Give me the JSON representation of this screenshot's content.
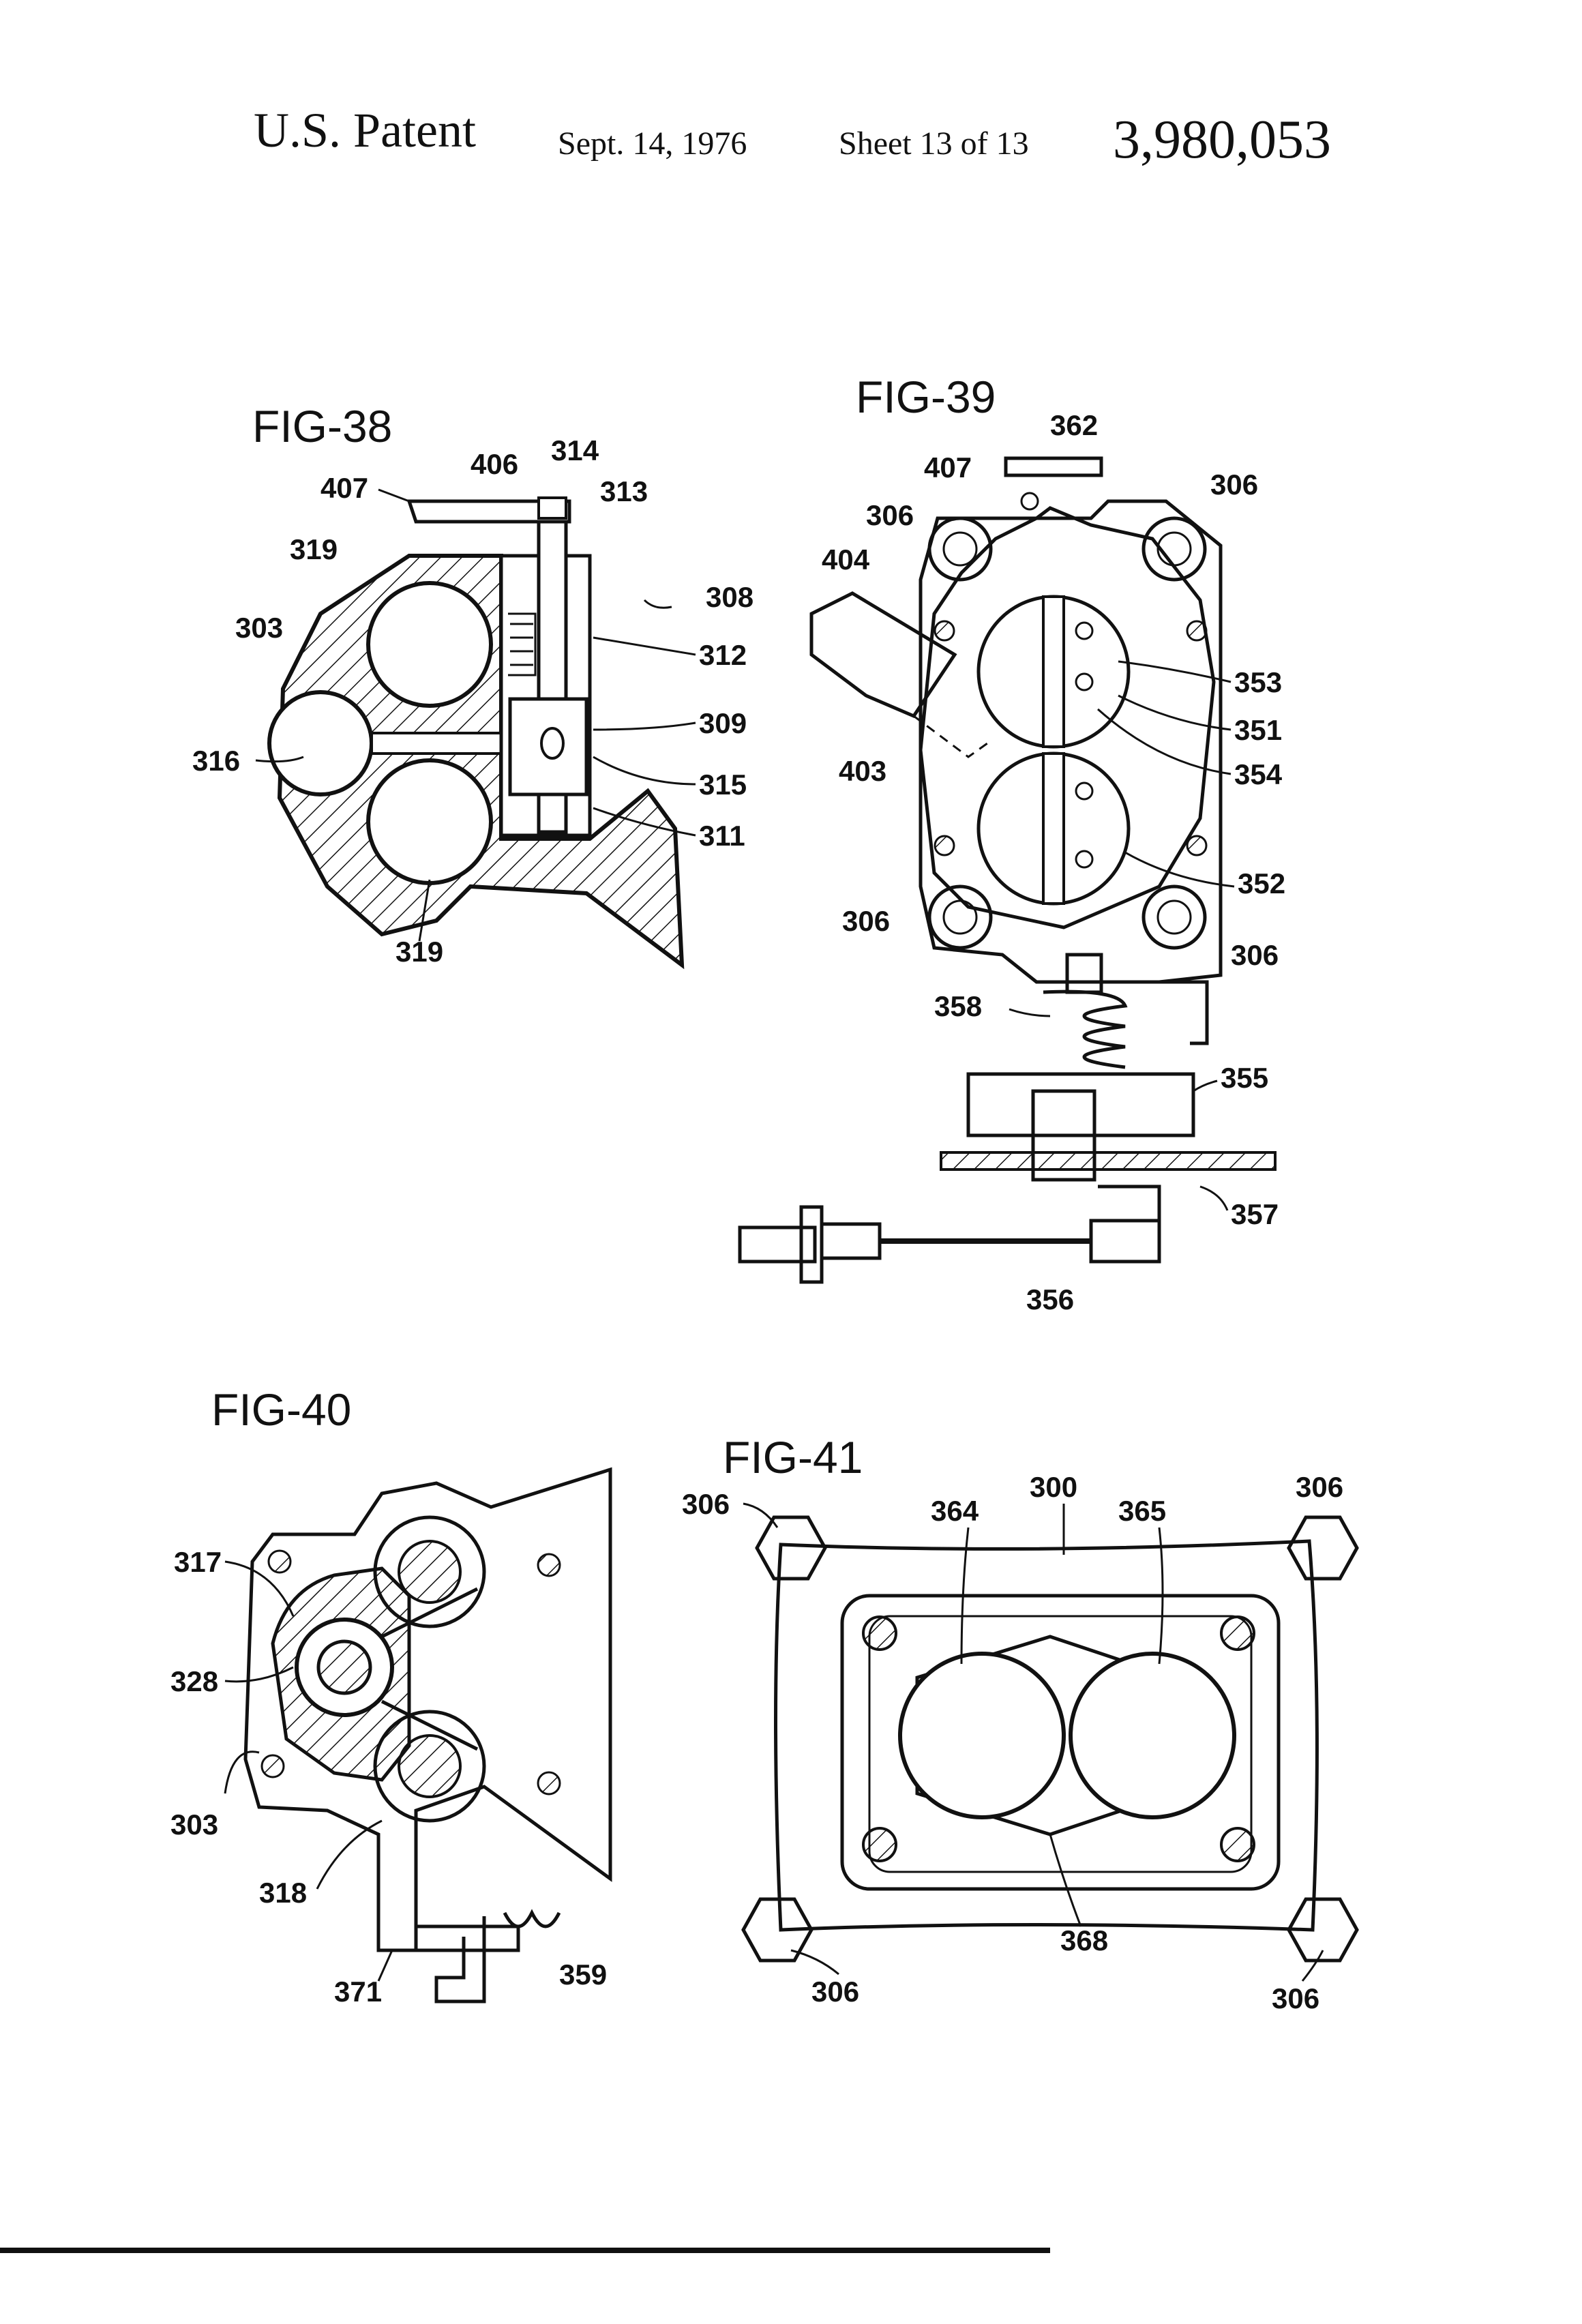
{
  "header": {
    "title": "U.S. Patent",
    "date": "Sept. 14, 1976",
    "sheet": "Sheet 13 of 13",
    "patent_number": "3,980,053"
  },
  "figures": {
    "fig38": {
      "label": "FIG-38",
      "refs": {
        "r406": "406",
        "r314": "314",
        "r407": "407",
        "r313": "313",
        "r319a": "319",
        "r303": "303",
        "r308": "308",
        "r312": "312",
        "r309": "309",
        "r316": "316",
        "r315": "315",
        "r311": "311",
        "r319b": "319"
      }
    },
    "fig39": {
      "label": "FIG-39",
      "refs": {
        "r362": "362",
        "r407": "407",
        "r306a": "306",
        "r306b": "306",
        "r404": "404",
        "r353": "353",
        "r351": "351",
        "r354": "354",
        "r403": "403",
        "r352": "352",
        "r306c": "306",
        "r306d": "306",
        "r358": "358",
        "r355": "355",
        "r357": "357",
        "r356": "356"
      }
    },
    "fig40": {
      "label": "FIG-40",
      "refs": {
        "r317": "317",
        "r328": "328",
        "r303": "303",
        "r318": "318",
        "r371": "371",
        "r359": "359"
      }
    },
    "fig41": {
      "label": "FIG-41",
      "refs": {
        "r306a": "306",
        "r364": "364",
        "r300": "300",
        "r365": "365",
        "r306b": "306",
        "r368": "368",
        "r306c": "306",
        "r306d": "306"
      }
    }
  }
}
